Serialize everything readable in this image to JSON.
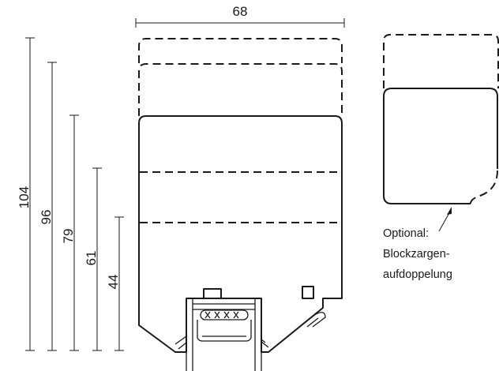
{
  "dimensions": {
    "width_label": "68",
    "heights": [
      "104",
      "96",
      "79",
      "61",
      "44"
    ]
  },
  "note": {
    "lines": [
      "Optional:",
      "Blockzargen-",
      "aufdoppelung"
    ]
  }
}
